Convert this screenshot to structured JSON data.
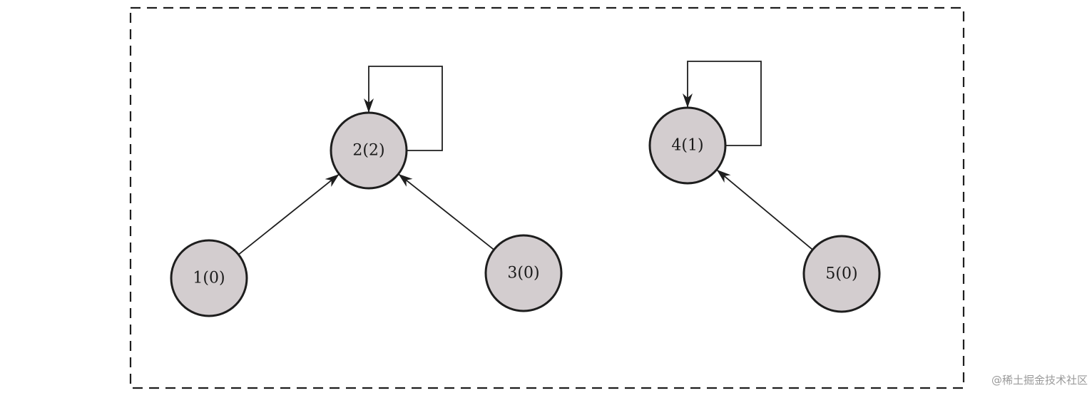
{
  "colors": {
    "node_fill": "#d3cdcf",
    "stroke": "#1e1e1e"
  },
  "nodes": [
    {
      "id": "1",
      "label": "1(0)"
    },
    {
      "id": "2",
      "label": "2(2)"
    },
    {
      "id": "3",
      "label": "3(0)"
    },
    {
      "id": "4",
      "label": "4(1)"
    },
    {
      "id": "5",
      "label": "5(0)"
    }
  ],
  "edges": [
    {
      "from": "1",
      "to": "2"
    },
    {
      "from": "3",
      "to": "2"
    },
    {
      "from": "2",
      "to": "2"
    },
    {
      "from": "5",
      "to": "4"
    },
    {
      "from": "4",
      "to": "4"
    }
  ],
  "watermark": "@稀土掘金技术社区"
}
